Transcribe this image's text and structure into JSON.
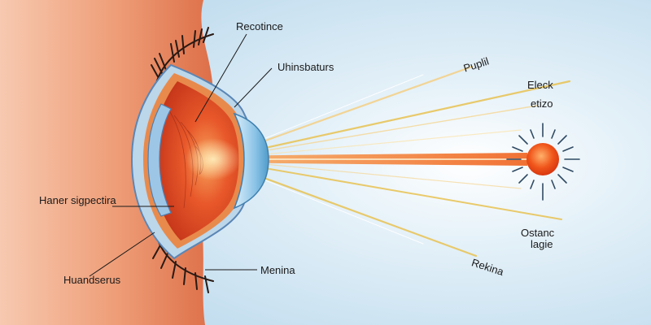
{
  "diagram": {
    "labels": {
      "recotince": "Recotince",
      "uhinsbaturs": "Uhinsbaturs",
      "puplil": "Puplil",
      "eleck": "Eleck",
      "etizo": "etizo",
      "haner_sigpectira": "Haner sigpectira",
      "ostanc": "Ostanc",
      "lagie": "lagie",
      "rekina": "Rekina",
      "huandserus": "Huandserus",
      "menina": "Menina"
    },
    "colors": {
      "background_blue": "#b9d8ec",
      "skin": "#e8916a",
      "retina_red": "#d9441c",
      "lens_blue": "#8cc4e6",
      "sun_orange": "#f0561b",
      "ray_gold": "#e8c45a"
    },
    "icons": {
      "eye": "eye-cross-section",
      "light_source": "sun-icon"
    }
  }
}
